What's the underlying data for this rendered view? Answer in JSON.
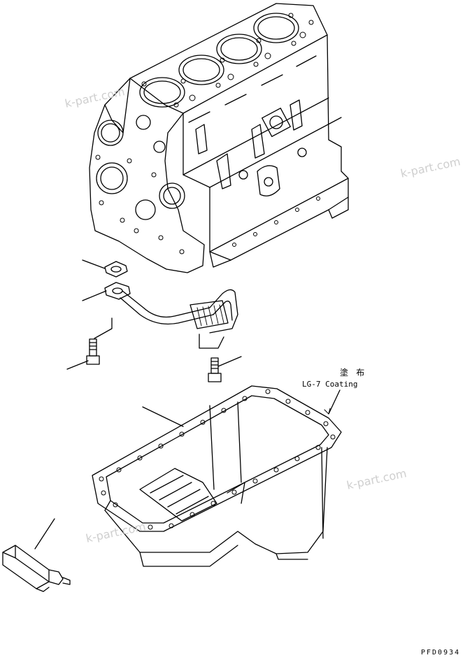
{
  "coating": {
    "jp": "塗 布",
    "en": "LG-7 Coating"
  },
  "part_code": "PFD0934",
  "watermarks": [
    "k-part.com",
    "k-part.com",
    "k-part.com",
    "k-part.com"
  ],
  "colors": {
    "line": "#000000",
    "watermark": "#cfcfcf",
    "background": "#ffffff"
  }
}
